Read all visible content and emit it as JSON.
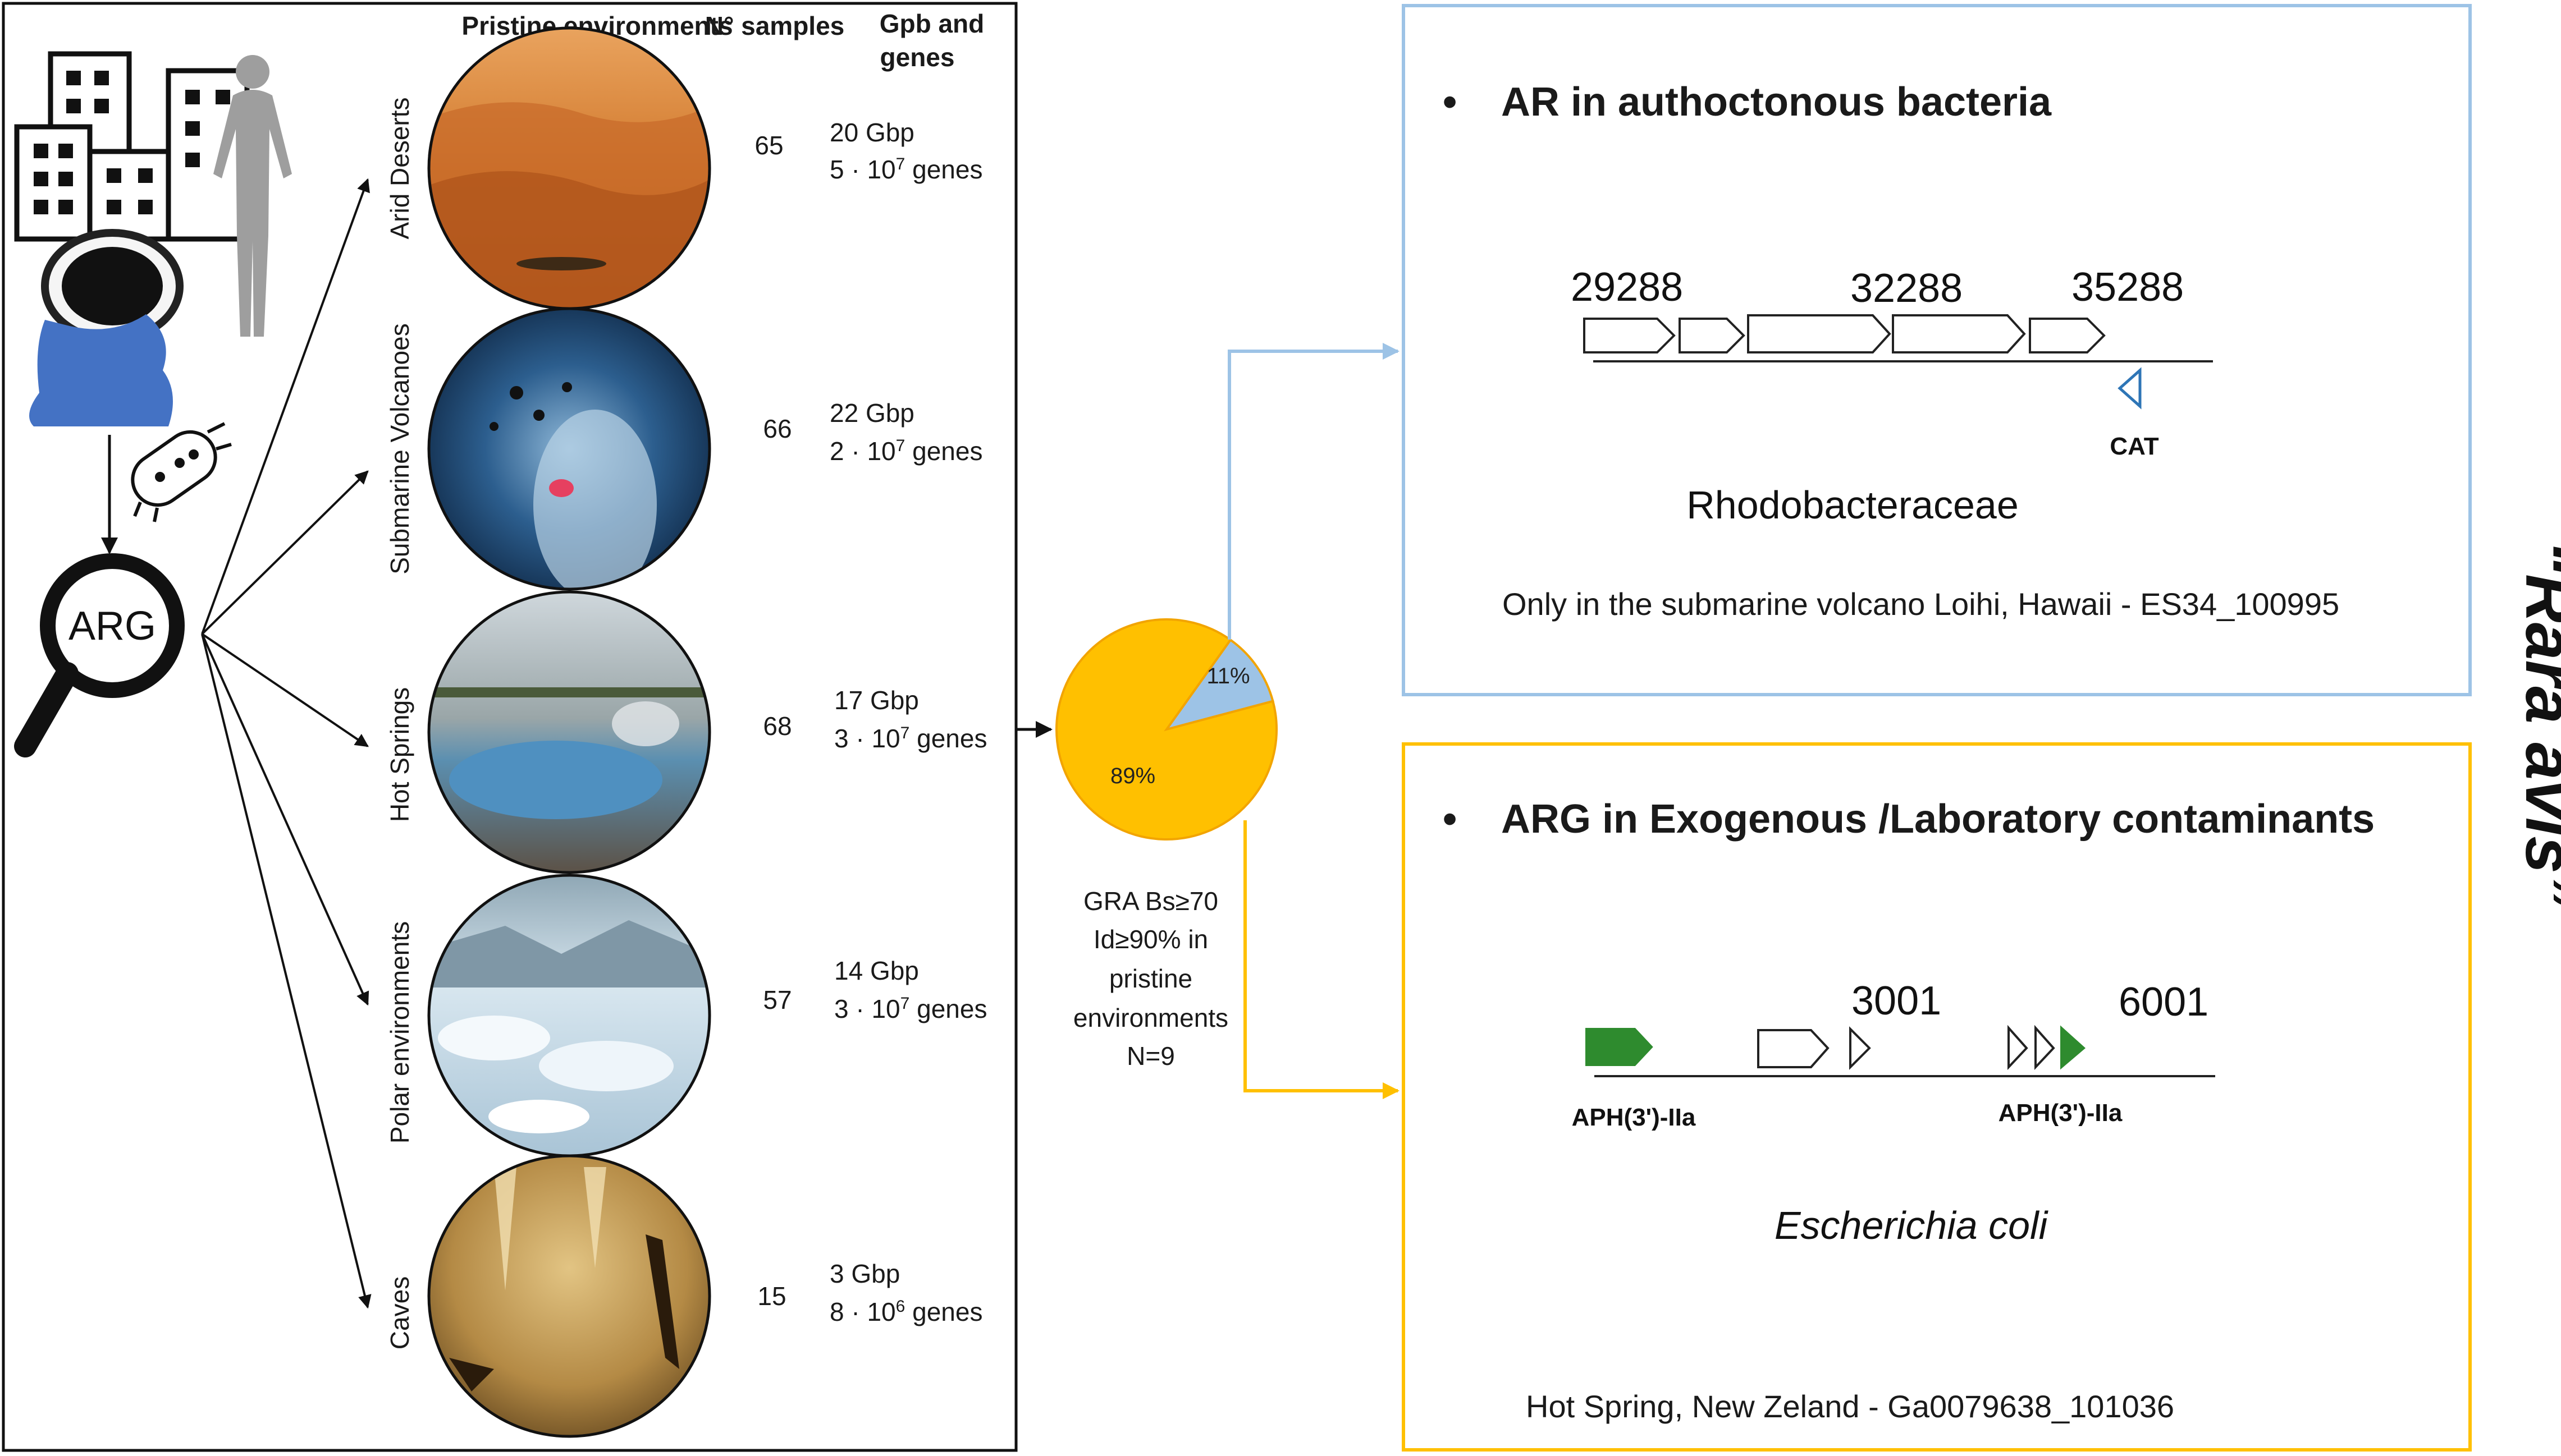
{
  "headers": {
    "environments": "Pristine environments",
    "samples": "N° samples",
    "gbp_line1": "Gpb and",
    "gbp_line2": "genes"
  },
  "arg_label": "ARG",
  "environments": [
    {
      "name": "Arid Deserts",
      "samples": "65",
      "gbp": "20 Gbp",
      "genes_coef": "5 · 10",
      "genes_exp": "7",
      "genes_unit": " genes"
    },
    {
      "name": "Submarine  Volcanoes",
      "samples": "66",
      "gbp": "22 Gbp",
      "genes_coef": "2 · 10",
      "genes_exp": "7",
      "genes_unit": " genes"
    },
    {
      "name": "Hot Springs",
      "samples": "68",
      "gbp": "17 Gbp",
      "genes_coef": "3 · 10",
      "genes_exp": "7",
      "genes_unit": " genes"
    },
    {
      "name": "Polar environments",
      "samples": "57",
      "gbp": "14 Gbp",
      "genes_coef": "3 · 10",
      "genes_exp": "7",
      "genes_unit": " genes"
    },
    {
      "name": "Caves",
      "samples": "15",
      "gbp": "3 Gbp",
      "genes_coef": "8 · 10",
      "genes_exp": "6",
      "genes_unit": " genes"
    }
  ],
  "pie": {
    "slices": [
      {
        "label": "11%",
        "value": 11,
        "color": "#9dc3e6"
      },
      {
        "label": "89%",
        "value": 89,
        "color": "#ffc000"
      }
    ],
    "note": [
      "GRA Bs≥70",
      "Id≥90% in",
      "pristine",
      "environments",
      "N=9"
    ]
  },
  "box_blue": {
    "color": "#9dc3e6",
    "bullet": "•",
    "title": "AR in authoctonous bacteria",
    "coords": [
      "29288",
      "32288",
      "35288"
    ],
    "gene": "CAT",
    "organism": "Rhodobacteraceae",
    "source": "Only in the submarine volcano Loihi, Hawaii - ES34_100995"
  },
  "box_yellow": {
    "color": "#ffc000",
    "bullet": "•",
    "title": "ARG in Exogenous /Laboratory contaminants",
    "coords": [
      "3001",
      "6001"
    ],
    "genes": [
      "APH(3')-IIa",
      "APH(3')-IIa"
    ],
    "gene_color": "#2e8b2e",
    "organism": "Escherichia coli",
    "source": "Hot Spring, New Zeland - Ga0079638_101036"
  },
  "side_label": "“Rara avis”"
}
